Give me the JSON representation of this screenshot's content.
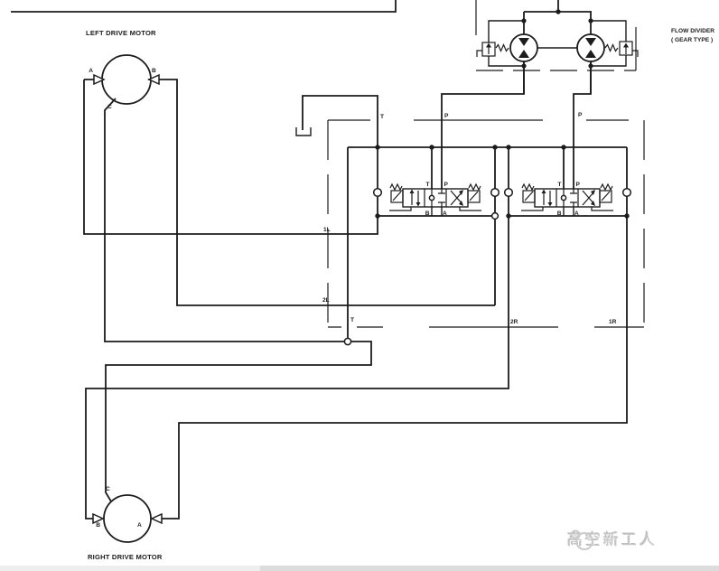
{
  "titles": {
    "left_motor": "LEFT DRIVE MOTOR",
    "right_motor": "RIGHT DRIVE MOTOR",
    "flow_divider_line1": "FLOW DIVIDER",
    "flow_divider_line2": "( GEAR TYPE )"
  },
  "motor_ports": {
    "a": "A",
    "b": "B",
    "c": "C"
  },
  "valve_ports": {
    "t": "T",
    "p": "P",
    "b": "B",
    "a": "A"
  },
  "manifold_ports": {
    "tank_top": "T",
    "pressure_left": "P",
    "pressure_right": "P",
    "port_1l": "1L",
    "port_2l": "2L",
    "tank_bottom": "T",
    "port_2r": "2R",
    "port_1r": "1R"
  },
  "watermark": {
    "text": "高空新工人"
  },
  "colors": {
    "line": "#1c1c1c",
    "watermark_text": "#c6c6c6",
    "bar_light": "#eeeeee",
    "bar_dark": "#dcdcdc"
  }
}
